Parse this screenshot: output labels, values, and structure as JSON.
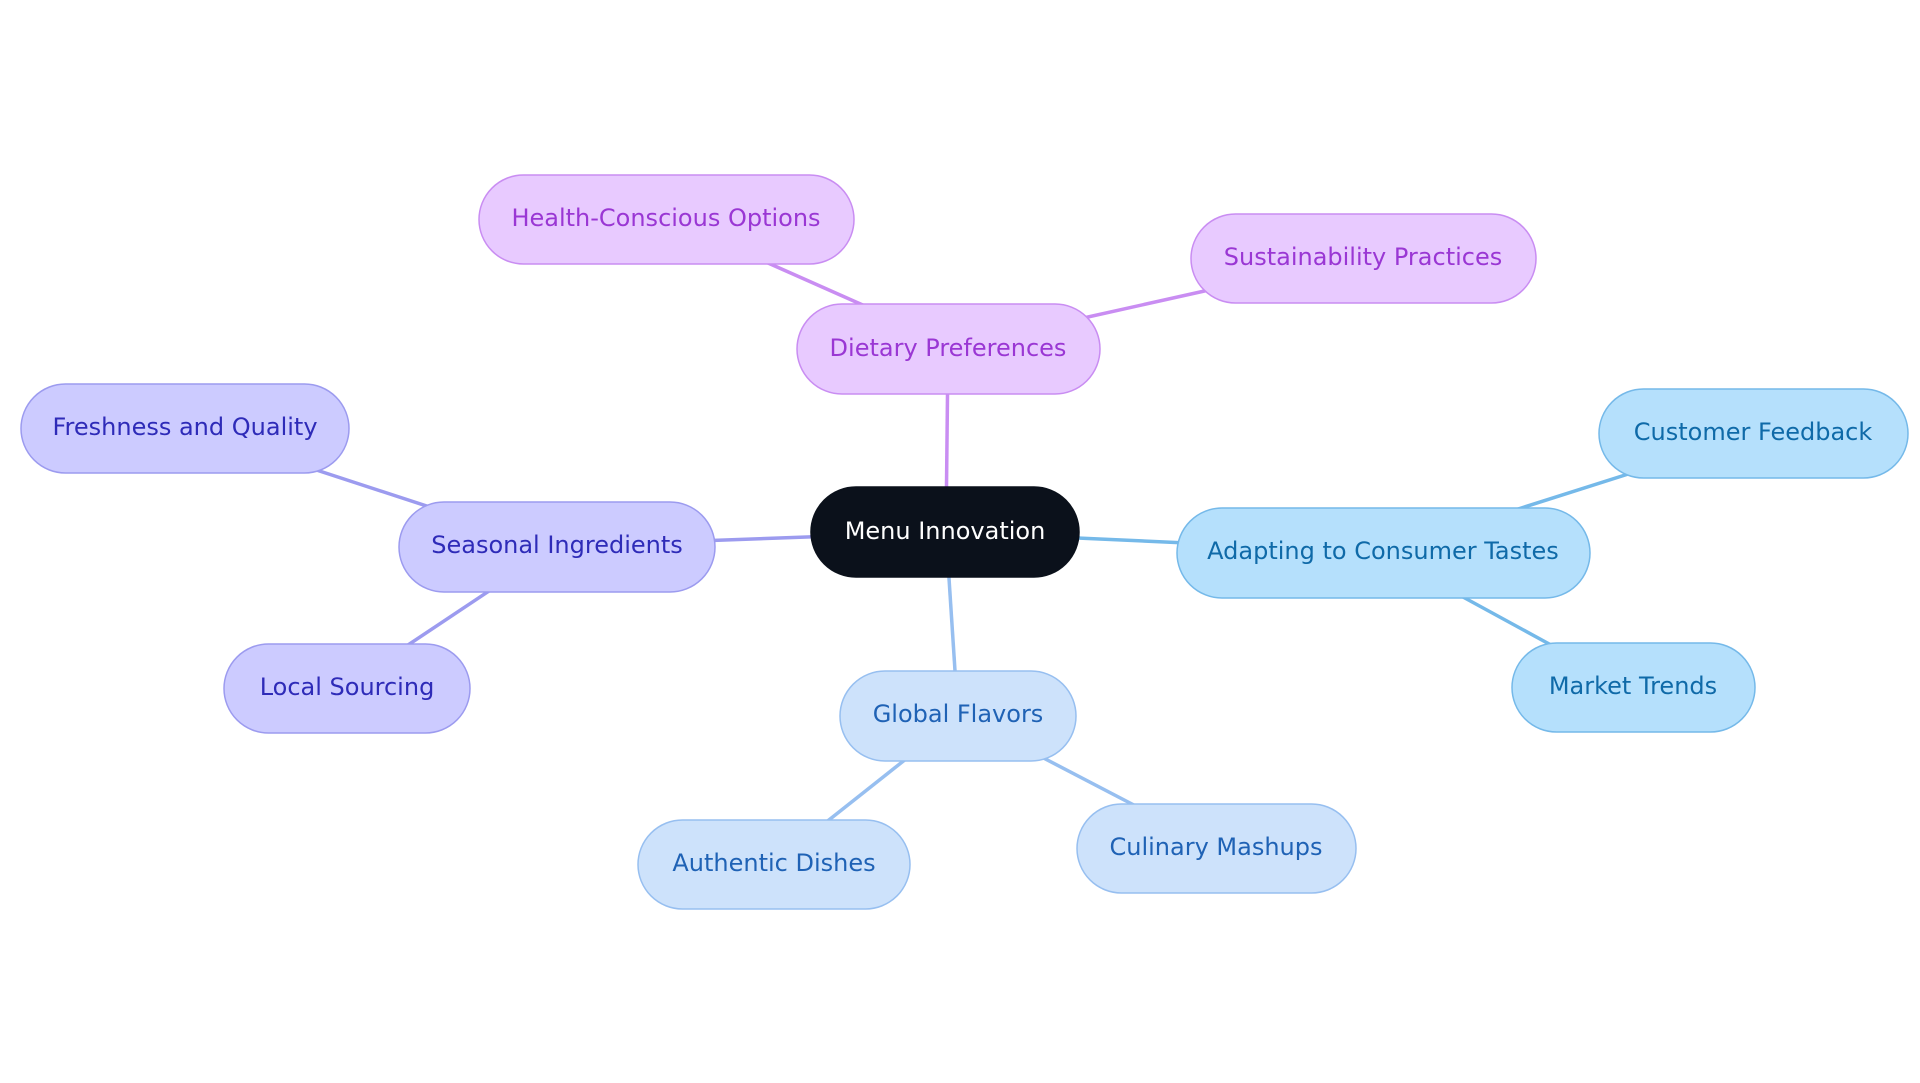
{
  "colors": {
    "root_fill": "#0b111b",
    "root_text": "#ffffff",
    "purple_fill": "#e8caff",
    "purple_stroke": "#c98df2",
    "purple_text": "#9a37d4",
    "purple_edge": "#c98df2",
    "indigo_fill": "#cccbff",
    "indigo_stroke": "#9c9bef",
    "indigo_text": "#2e2bb8",
    "indigo_edge": "#9c9bef",
    "lightblue_fill": "#cde2fb",
    "lightblue_stroke": "#97bff0",
    "lightblue_text": "#1f62b5",
    "lightblue_edge": "#97bff0",
    "sky_fill": "#b5e0fc",
    "sky_stroke": "#75b9e9",
    "sky_text": "#0f6aa8",
    "sky_edge": "#75b9e9"
  },
  "root": {
    "label": "Menu Innovation"
  },
  "branches": [
    {
      "label": "Dietary Preferences",
      "color": "purple",
      "children": [
        {
          "label": "Health-Conscious Options"
        },
        {
          "label": "Sustainability Practices"
        }
      ]
    },
    {
      "label": "Seasonal Ingredients",
      "color": "indigo",
      "children": [
        {
          "label": "Freshness and Quality"
        },
        {
          "label": "Local Sourcing"
        }
      ]
    },
    {
      "label": "Global Flavors",
      "color": "lightblue",
      "children": [
        {
          "label": "Authentic Dishes"
        },
        {
          "label": "Culinary Mashups"
        }
      ]
    },
    {
      "label": "Adapting to Consumer Tastes",
      "color": "sky",
      "children": [
        {
          "label": "Customer Feedback"
        },
        {
          "label": "Market Trends"
        }
      ]
    }
  ]
}
